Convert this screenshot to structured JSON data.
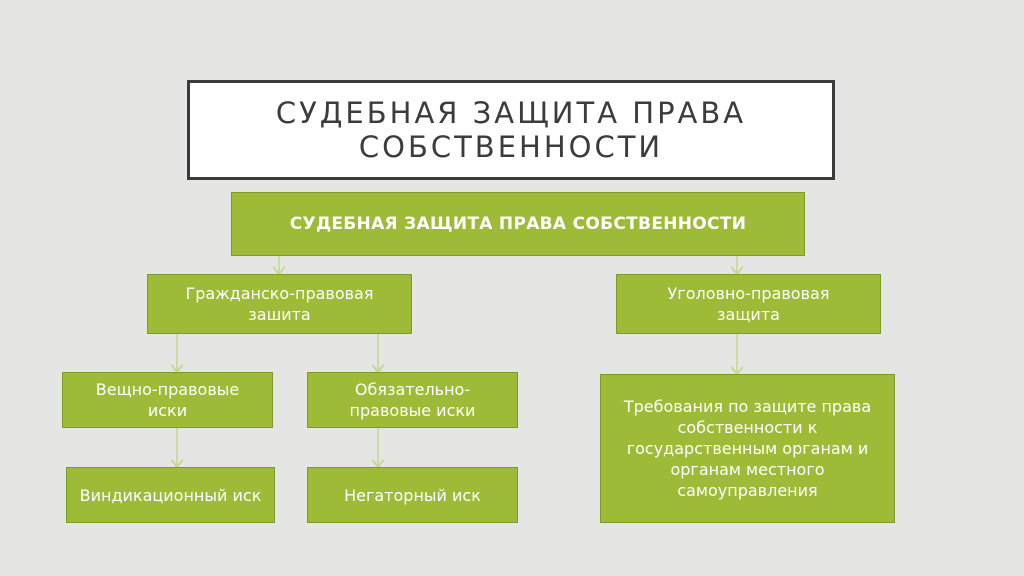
{
  "title": "СУДЕБНАЯ ЗАЩИТА ПРАВА СОБСТВЕННОСТИ",
  "nodes": {
    "root": "СУДЕБНАЯ ЗАЩИТА ПРАВА СОБСТВЕННОСТИ",
    "civil": "Гражданско-правовая зашита",
    "criminal": "Уголовно-правовая защита",
    "real_claims": "Вещно-правовые иски",
    "obligation_claims": "Обязательно-правовые иски",
    "vindication": "Виндикационный иск",
    "negatory": "Негаторный иск",
    "requirements": "Требования по защите права собственности к государственным органам и органам местного самоуправления"
  },
  "colors": {
    "node_fill": "#9dbb37",
    "arrow": "#c4d88a",
    "background": "#e5e5e4"
  }
}
